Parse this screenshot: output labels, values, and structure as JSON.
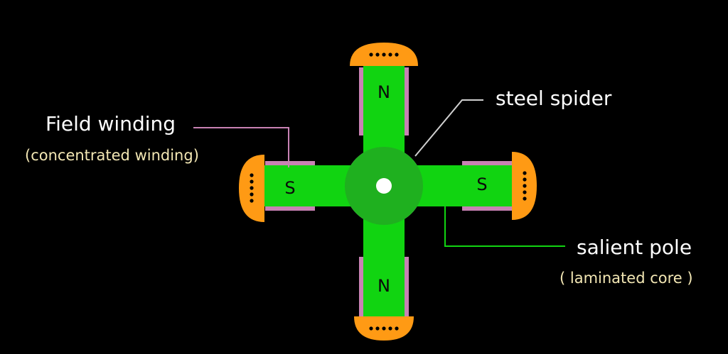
{
  "labels": {
    "field_winding": "Field winding",
    "field_winding_sub": "(concentrated winding)",
    "steel_spider": "steel spider",
    "salient_pole": "salient pole",
    "salient_pole_sub": "( laminated core )"
  },
  "poles": {
    "top": "N",
    "bottom": "N",
    "left": "S",
    "right": "S"
  },
  "colors": {
    "background": "#000000",
    "pole": "#11d411",
    "hub": "#1fb01f",
    "spider": "#c8c8c8",
    "pole_shoe": "#ff9a14",
    "winding": "#c882b4",
    "field_leader": "#c882b4",
    "spider_leader": "#d0d0d0",
    "pole_leader": "#11d411"
  }
}
